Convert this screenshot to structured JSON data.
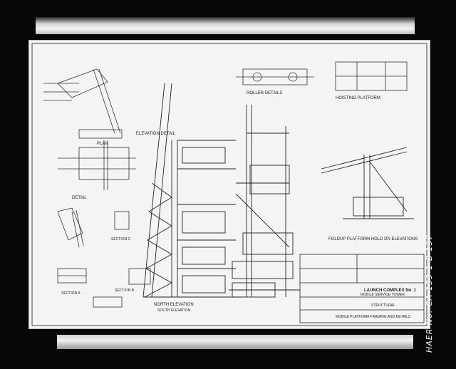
{
  "document": {
    "archive_reference": "HAER No. CA-133-1-B-157",
    "title_block": {
      "project": "LAUNCH COMPLEX No. 1",
      "subtitle": "MOBILE SERVICE TOWER",
      "discipline": "STRUCTURAL",
      "sheet_title": "MOBILE PLATFORM FRAMING AND DETAILS"
    },
    "view_labels": {
      "north_elevation": "NORTH ELEVATION",
      "south_elevation": "SOUTH ELEVATION",
      "roller_details": "ROLLER DETAILS",
      "platform_elevations": "FOLDUP PLATFORM HOLD DN ELEVATIONS",
      "hoisting_platform": "HOISTING PLATFORM",
      "elevation_detail": "ELEVATION DETAIL",
      "plan": "PLAN",
      "detail": "DETAIL",
      "section_a": "SECTION A",
      "section_b": "SECTION B",
      "section_c": "SECTION C"
    }
  }
}
